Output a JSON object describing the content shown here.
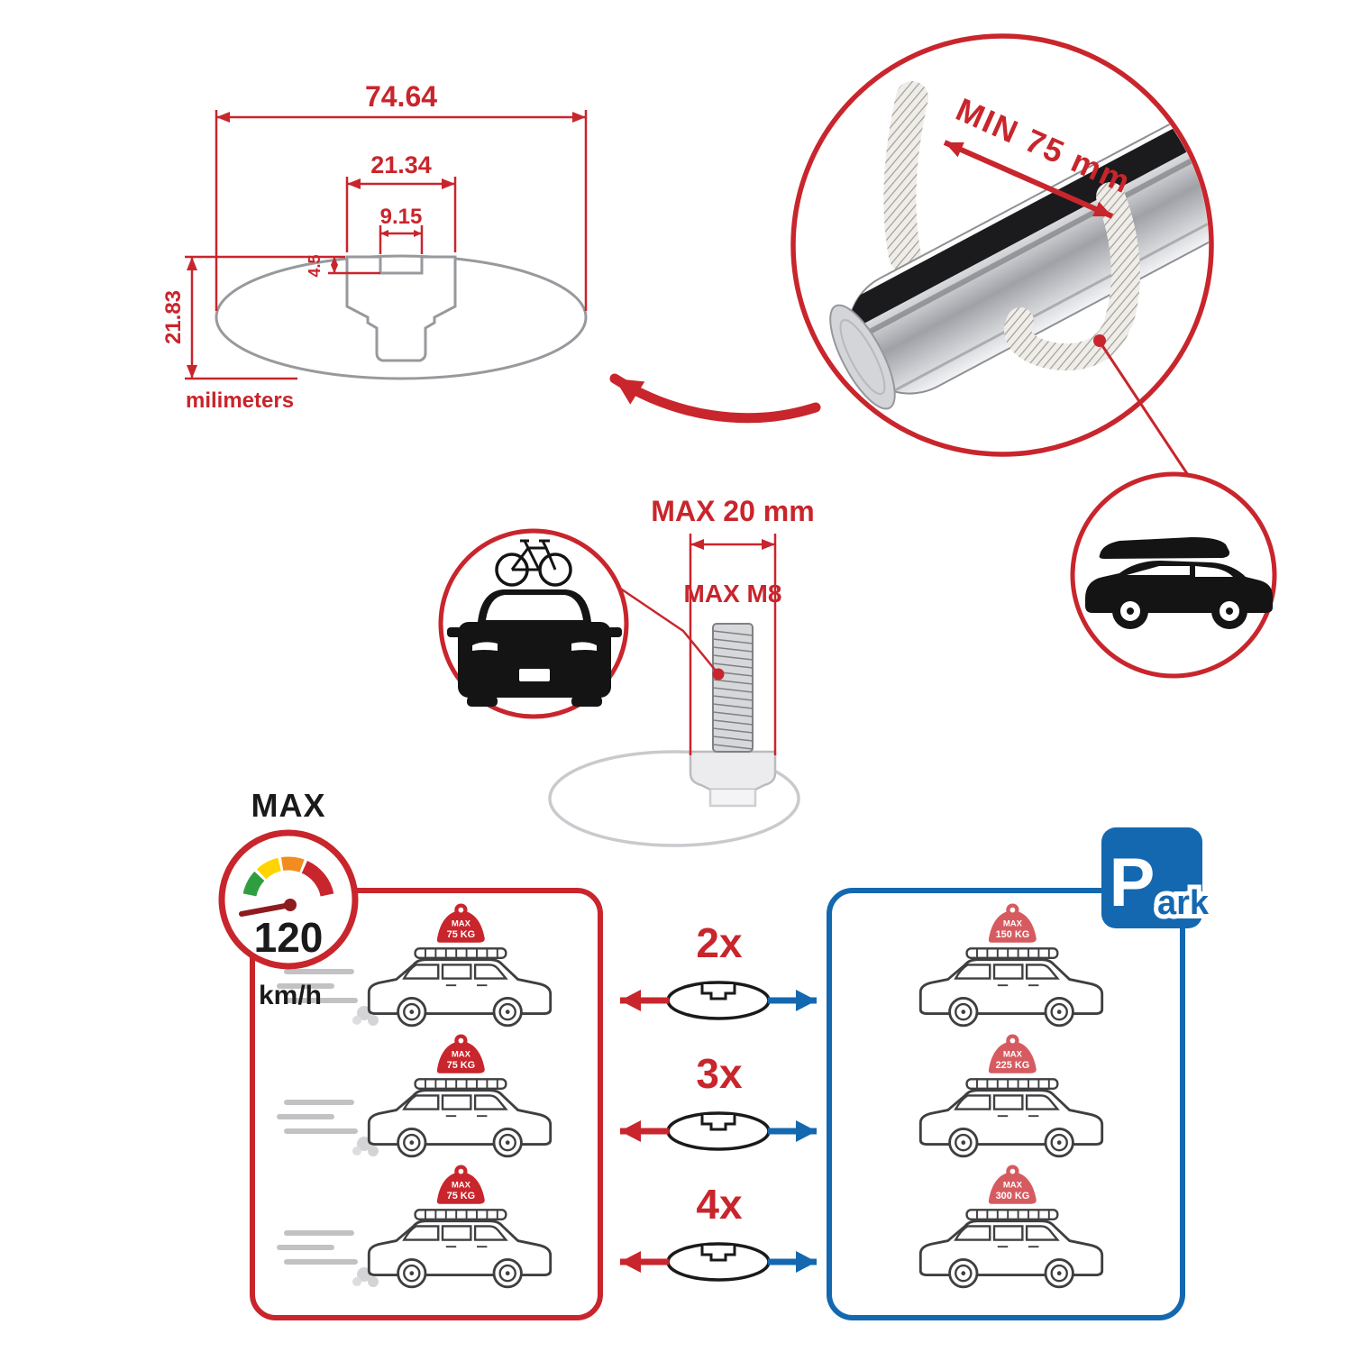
{
  "colors": {
    "accent_red": "#c9252c",
    "accent_blue": "#1468b0",
    "line_gray": "#97999d",
    "ink": "#1a1a1a"
  },
  "cross_section": {
    "total_width": "74.64",
    "channel_width": "21.34",
    "slot_width": "9.15",
    "lip_depth": "4.5",
    "total_height": "21.83",
    "units": "milimeters"
  },
  "bar_detail": {
    "min_label": "MIN 75 mm"
  },
  "bolt_detail": {
    "max_width": "MAX 20 mm",
    "max_thread": "MAX M8"
  },
  "speed_limit": {
    "heading": "MAX",
    "value": "120",
    "unit": "km/h"
  },
  "park_sign": {
    "letter": "P",
    "rest": "ark"
  },
  "rows": [
    {
      "qty": "2x",
      "left_badge": {
        "l1": "MAX",
        "l2": "75 KG"
      },
      "right_badge": {
        "l1": "MAX",
        "l2": "150 KG"
      }
    },
    {
      "qty": "3x",
      "left_badge": {
        "l1": "MAX",
        "l2": "75 KG"
      },
      "right_badge": {
        "l1": "MAX",
        "l2": "225 KG"
      }
    },
    {
      "qty": "4x",
      "left_badge": {
        "l1": "MAX",
        "l2": "75 KG"
      },
      "right_badge": {
        "l1": "MAX",
        "l2": "300 KG"
      }
    }
  ]
}
